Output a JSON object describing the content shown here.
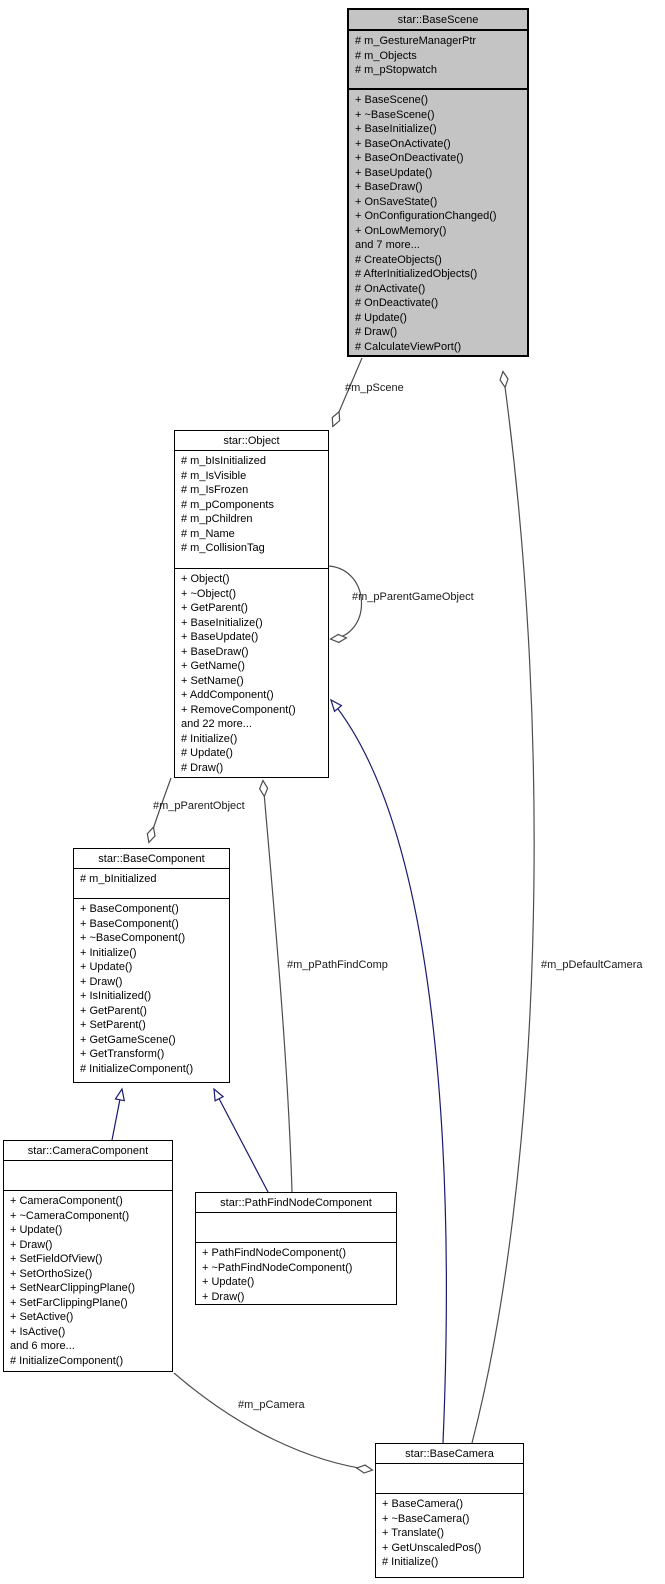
{
  "diagram": {
    "kind": "uml-collaboration-diagram",
    "highlighted_class": "star::BaseScene"
  },
  "colors": {
    "highlight_fill": "#c4c4c4",
    "box_fill": "#ffffff",
    "box_border": "#000000",
    "member_edge": "#4d4d4d",
    "inheritance_edge": "#191970"
  },
  "classes": {
    "basescene": {
      "name": "star::BaseScene",
      "attributes": [
        "# m_GestureManagerPtr",
        "# m_Objects",
        "# m_pStopwatch"
      ],
      "methods": [
        "+ BaseScene()",
        "+ ~BaseScene()",
        "+ BaseInitialize()",
        "+ BaseOnActivate()",
        "+ BaseOnDeactivate()",
        "+ BaseUpdate()",
        "+ BaseDraw()",
        "+ OnSaveState()",
        "+ OnConfigurationChanged()",
        "+ OnLowMemory()",
        "and 7 more...",
        "# CreateObjects()",
        "# AfterInitializedObjects()",
        "# OnActivate()",
        "# OnDeactivate()",
        "# Update()",
        "# Draw()",
        "# CalculateViewPort()"
      ]
    },
    "object": {
      "name": "star::Object",
      "attributes": [
        "# m_bIsInitialized",
        "# m_IsVisible",
        "# m_IsFrozen",
        "# m_pComponents",
        "# m_pChildren",
        "# m_Name",
        "# m_CollisionTag"
      ],
      "methods": [
        "+ Object()",
        "+ ~Object()",
        "+ GetParent()",
        "+ BaseInitialize()",
        "+ BaseUpdate()",
        "+ BaseDraw()",
        "+ GetName()",
        "+ SetName()",
        "+ AddComponent()",
        "+ RemoveComponent()",
        "and 22 more...",
        "# Initialize()",
        "# Update()",
        "# Draw()"
      ]
    },
    "basecomponent": {
      "name": "star::BaseComponent",
      "attributes": [
        "# m_bInitialized"
      ],
      "methods": [
        "+ BaseComponent()",
        "+ BaseComponent()",
        "+ ~BaseComponent()",
        "+ Initialize()",
        "+ Update()",
        "+ Draw()",
        "+ IsInitialized()",
        "+ GetParent()",
        "+ SetParent()",
        "+ GetGameScene()",
        "+ GetTransform()",
        "# InitializeComponent()"
      ]
    },
    "cameracomponent": {
      "name": "star::CameraComponent",
      "attributes": [],
      "methods": [
        "+ CameraComponent()",
        "+ ~CameraComponent()",
        "+ Update()",
        "+ Draw()",
        "+ SetFieldOfView()",
        "+ SetOrthoSize()",
        "+ SetNearClippingPlane()",
        "+ SetFarClippingPlane()",
        "+ SetActive()",
        "+ IsActive()",
        "and 6 more...",
        "# InitializeComponent()"
      ]
    },
    "pathfindnode": {
      "name": "star::PathFindNodeComponent",
      "attributes": [],
      "methods": [
        "+ PathFindNodeComponent()",
        "+ ~PathFindNodeComponent()",
        "+ Update()",
        "+ Draw()"
      ]
    },
    "basecamera": {
      "name": "star::BaseCamera",
      "attributes": [],
      "methods": [
        "+ BaseCamera()",
        "+ ~BaseCamera()",
        "+ Translate()",
        "+ GetUnscaledPos()",
        "# Initialize()"
      ]
    }
  },
  "edges": {
    "m_pScene": {
      "label": "#m_pScene",
      "type": "aggregation",
      "owner": "star::Object",
      "target": "star::BaseScene"
    },
    "m_pParentGameObject": {
      "label": "#m_pParentGameObject",
      "type": "aggregation",
      "owner": "star::Object",
      "target": "star::Object"
    },
    "m_pParentObject": {
      "label": "#m_pParentObject",
      "type": "aggregation",
      "owner": "star::BaseComponent",
      "target": "star::Object"
    },
    "m_pPathFindComp": {
      "label": "#m_pPathFindComp",
      "type": "aggregation",
      "owner": "star::Object",
      "target": "star::PathFindNodeComponent"
    },
    "m_pDefaultCamera": {
      "label": "#m_pDefaultCamera",
      "type": "aggregation",
      "owner": "star::BaseScene",
      "target": "star::BaseCamera"
    },
    "m_pCamera": {
      "label": "#m_pCamera",
      "type": "aggregation",
      "owner": "star::BaseCamera",
      "target": "star::CameraComponent"
    },
    "inherit_camera_component": {
      "label": "",
      "type": "inheritance",
      "derived": "star::CameraComponent",
      "base": "star::BaseComponent"
    },
    "inherit_pathfind_node": {
      "label": "",
      "type": "inheritance",
      "derived": "star::PathFindNodeComponent",
      "base": "star::BaseComponent"
    },
    "inherit_base_camera": {
      "label": "",
      "type": "inheritance",
      "derived": "star::BaseCamera",
      "base": "star::Object"
    }
  }
}
